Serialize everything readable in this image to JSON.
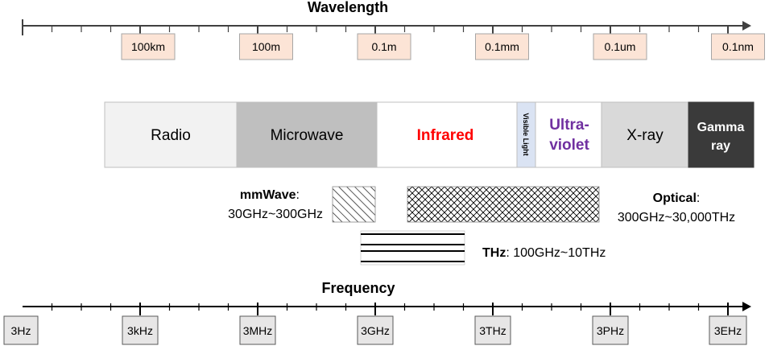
{
  "wavelength": {
    "title": "Wavelength",
    "labels": [
      "100km",
      "100m",
      "0.1m",
      "0.1mm",
      "0.1um",
      "0.1nm"
    ],
    "label_color": "#fce4d6"
  },
  "frequency": {
    "title": "Frequency",
    "labels": [
      "3Hz",
      "3kHz",
      "3MHz",
      "3GHz",
      "3THz",
      "3PHz",
      "3EHz"
    ],
    "label_color": "#e7e6e6"
  },
  "bands": [
    {
      "name": "radio",
      "label": "Radio",
      "color": "#f2f2f2",
      "text_color": "#000000"
    },
    {
      "name": "microwave",
      "label": "Microwave",
      "color": "#bfbfbf",
      "text_color": "#000000"
    },
    {
      "name": "infrared",
      "label": "Infrared",
      "color": "#ffffff",
      "text_color": "#ff0000"
    },
    {
      "name": "visible",
      "label": "Visible Light",
      "color": "#dae3f3",
      "text_color": "#000000"
    },
    {
      "name": "ultraviolet",
      "label_line1": "Ultra-",
      "label_line2": "violet",
      "color": "#ffffff",
      "text_color": "#7030a0"
    },
    {
      "name": "xray",
      "label": "X-ray",
      "color": "#d9d9d9",
      "text_color": "#000000"
    },
    {
      "name": "gamma",
      "label_line1": "Gamma",
      "label_line2": "ray",
      "color": "#3a3a3a",
      "text_color": "#ffffff"
    }
  ],
  "notes": {
    "mmwave": {
      "bold": "mmWave",
      "rest": ":",
      "range": "30GHz~300GHz"
    },
    "optical": {
      "bold": "Optical",
      "rest": ":",
      "range": "300GHz~30,000THz"
    },
    "thz": {
      "bold": "THz",
      "rest": ": 100GHz~10THz"
    }
  }
}
